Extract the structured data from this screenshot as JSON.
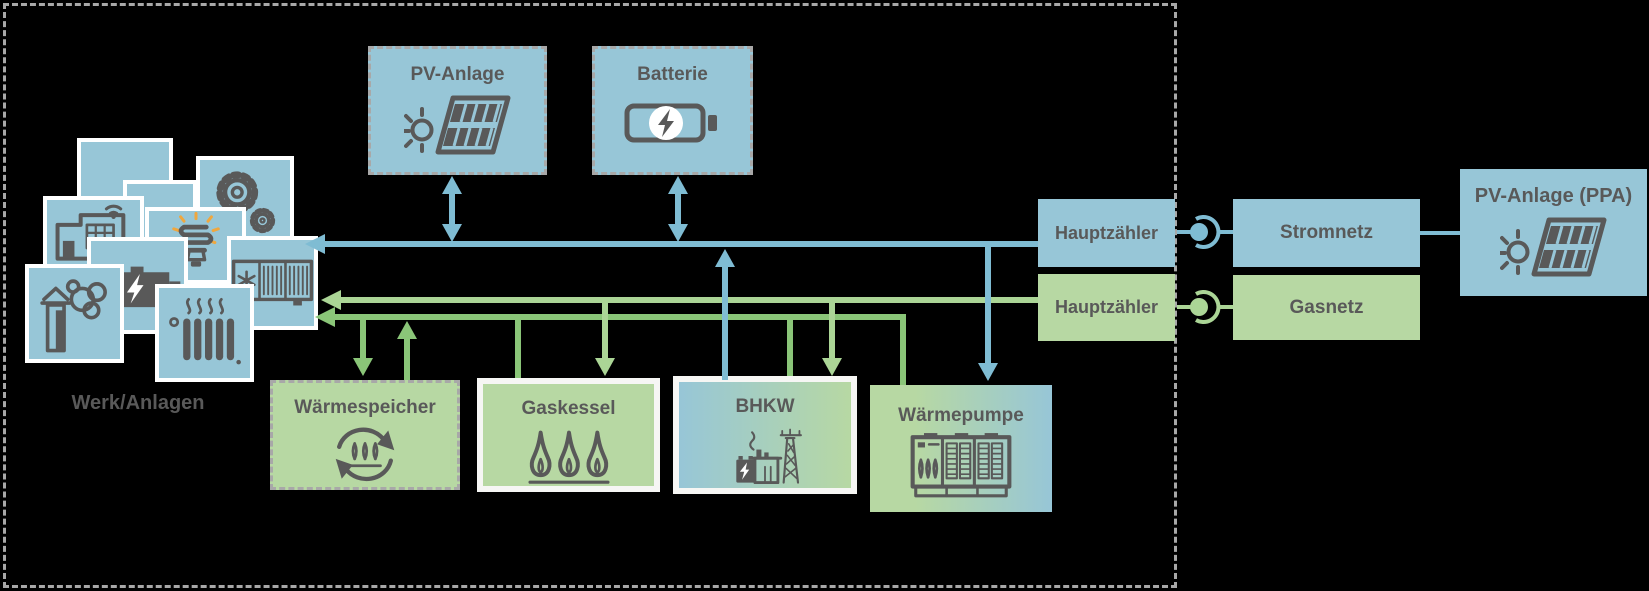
{
  "colors": {
    "electricity_line": "#7fbcd3",
    "gas_line": "#abd596",
    "heat_line": "#8ac578",
    "box_blue": "#97c6d7",
    "box_green": "#b7d8a3",
    "text": "#595959",
    "dashed_border": "#a8a8a8",
    "background": "#000000",
    "accent_rays": "#f0a73e"
  },
  "site": {
    "label": "Werk/Anlagen"
  },
  "nodes": {
    "pv": {
      "label": "PV-Anlage"
    },
    "battery": {
      "label": "Batterie"
    },
    "heat_storage": {
      "label": "Wärmespeicher"
    },
    "gas_boiler": {
      "label": "Gaskessel"
    },
    "chp": {
      "label": "BHKW"
    },
    "heat_pump": {
      "label": "Wärmepumpe"
    },
    "main_meter_electricity": {
      "label": "Hauptzähler"
    },
    "main_meter_gas": {
      "label": "Hauptzähler"
    },
    "power_grid": {
      "label": "Stromnetz"
    },
    "gas_grid": {
      "label": "Gasnetz"
    },
    "pv_ppa": {
      "label": "PV-Anlage (PPA)"
    }
  }
}
